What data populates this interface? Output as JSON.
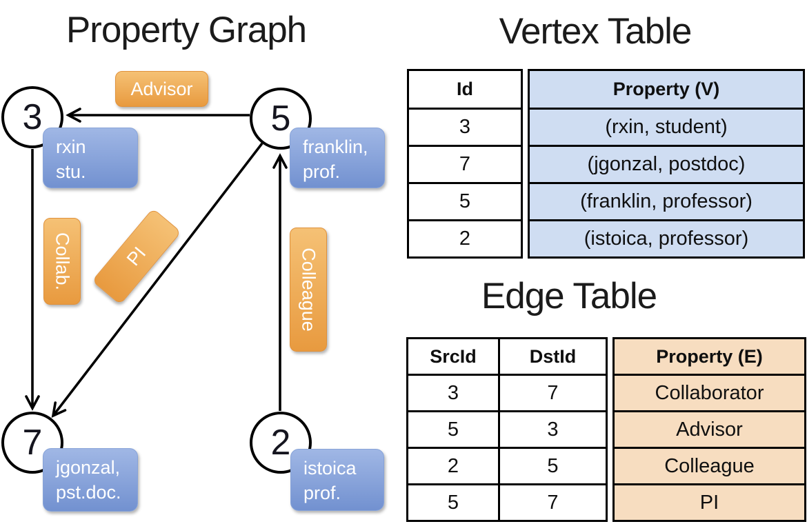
{
  "graph": {
    "title": "Property Graph",
    "nodes": [
      {
        "id": "3",
        "lines": [
          "rxin",
          "stu."
        ]
      },
      {
        "id": "5",
        "lines": [
          "franklin,",
          "prof."
        ]
      },
      {
        "id": "7",
        "lines": [
          "jgonzal,",
          "pst.doc."
        ]
      },
      {
        "id": "2",
        "lines": [
          "istoica",
          "prof."
        ]
      }
    ],
    "edges": [
      {
        "from": "5",
        "to": "3",
        "label": "Advisor"
      },
      {
        "from": "3",
        "to": "7",
        "label": "Collab."
      },
      {
        "from": "5",
        "to": "7",
        "label": "PI"
      },
      {
        "from": "2",
        "to": "5",
        "label": "Colleague"
      }
    ]
  },
  "vertex_table": {
    "title": "Vertex Table",
    "headers": [
      "Id",
      "Property (V)"
    ],
    "rows": [
      [
        "3",
        "(rxin, student)"
      ],
      [
        "7",
        "(jgonzal, postdoc)"
      ],
      [
        "5",
        "(franklin, professor)"
      ],
      [
        "2",
        "(istoica, professor)"
      ]
    ]
  },
  "edge_table": {
    "title": "Edge Table",
    "headers": [
      "SrcId",
      "DstId",
      "Property (E)"
    ],
    "rows": [
      [
        "3",
        "7",
        "Collaborator"
      ],
      [
        "5",
        "3",
        "Advisor"
      ],
      [
        "2",
        "5",
        "Colleague"
      ],
      [
        "5",
        "7",
        "PI"
      ]
    ]
  },
  "colors": {
    "edge_label_orange": "#ec9f45",
    "vertex_box_blue": "#7e9bd6",
    "vertex_cell_fill": "#cfddf2",
    "edge_cell_fill": "#f7ddc0",
    "line_black": "#000000"
  }
}
